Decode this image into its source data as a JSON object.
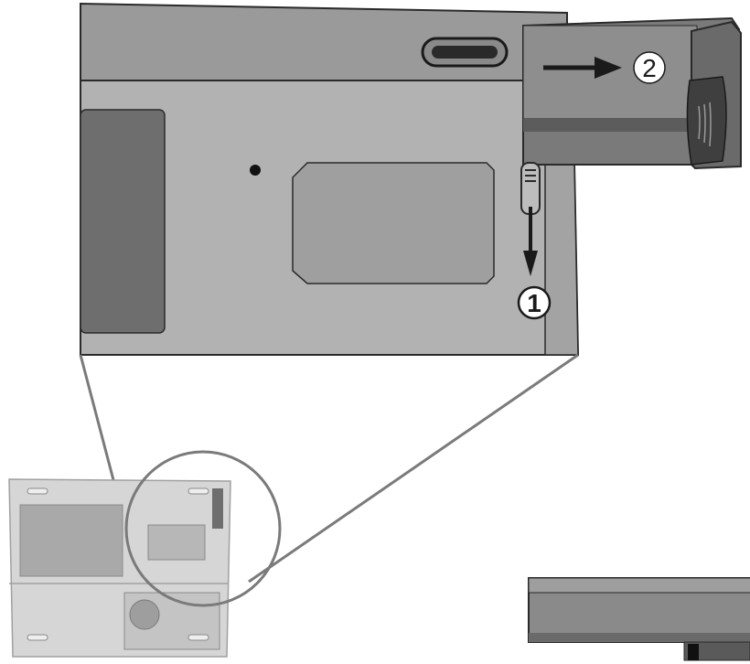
{
  "steps": [
    {
      "id": "1",
      "label": "1"
    },
    {
      "id": "2",
      "label": "2"
    }
  ],
  "colors": {
    "body_top": "#9a9a9a",
    "body_main": "#b2b2b2",
    "panel_dark": "#6e6e6e",
    "battery_dark": "#5c5c5c",
    "battery_mid": "#808080",
    "outline": "#2a2a2a",
    "thumb_fill": "#d6d6d6",
    "thumb_dark": "#a9a9a9",
    "leader_line": "#7a7a7a"
  }
}
